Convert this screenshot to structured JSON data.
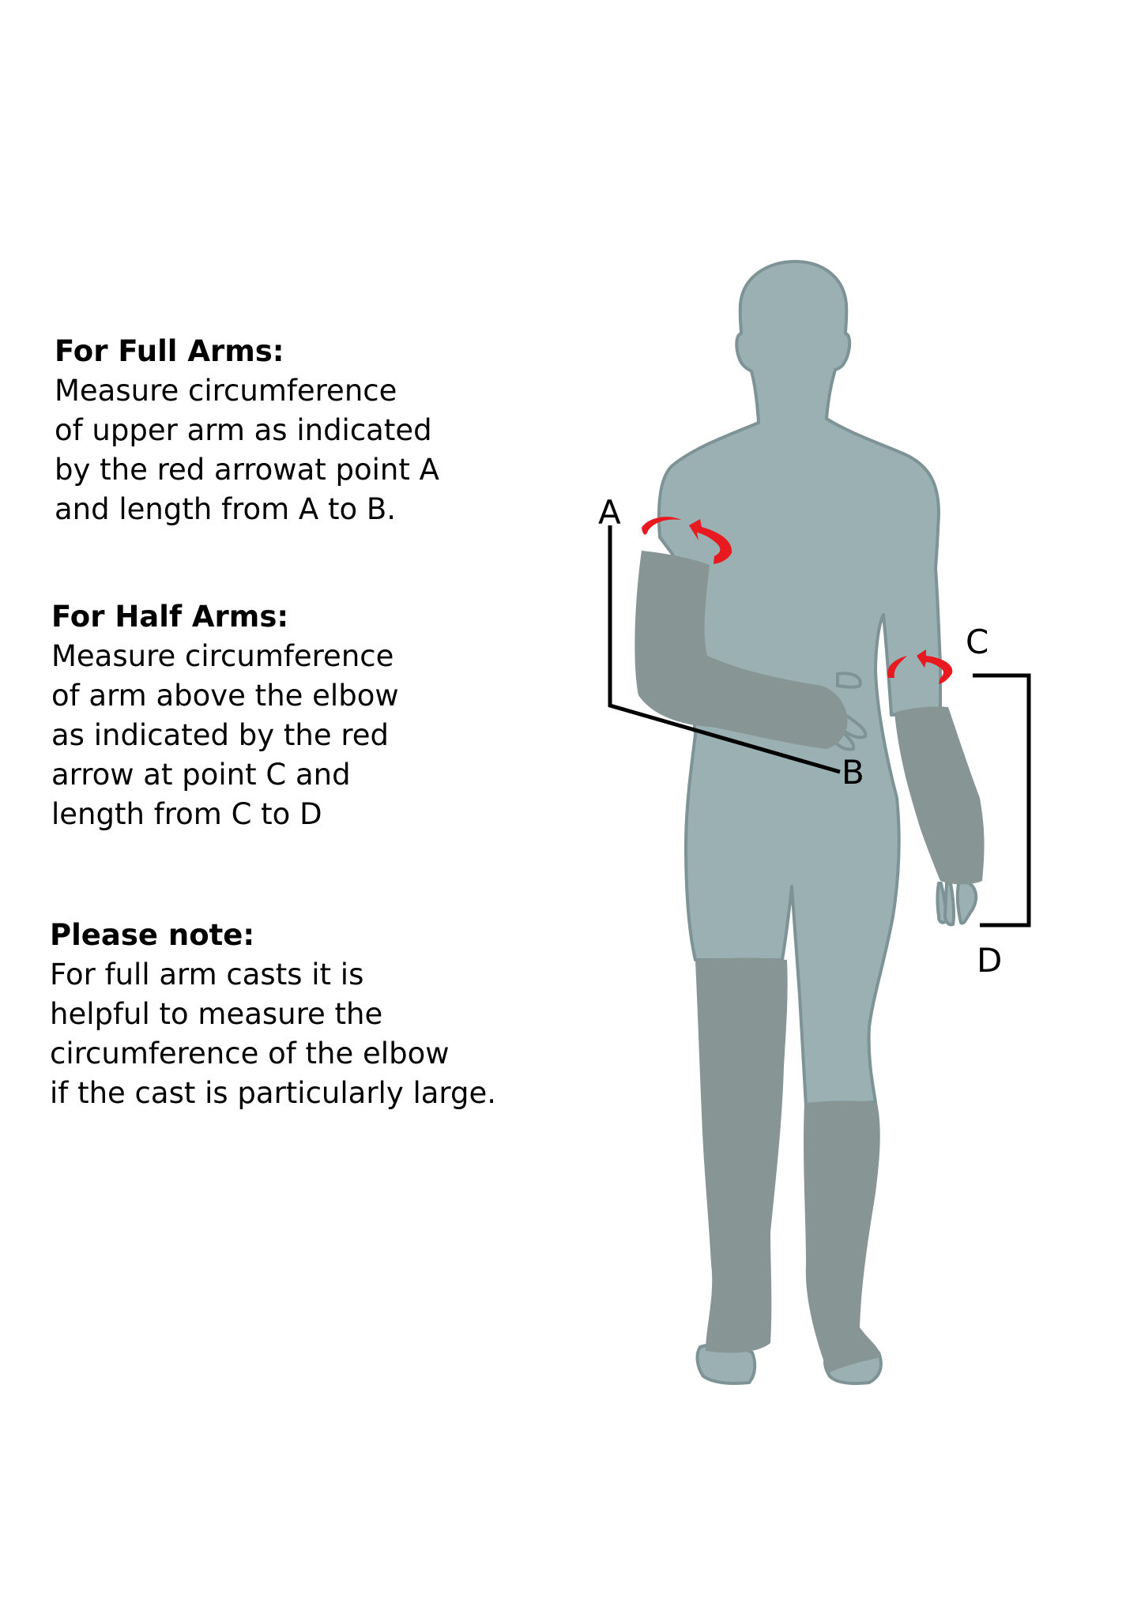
{
  "sections": {
    "full_arms": {
      "heading": "For Full Arms:",
      "lines": [
        "Measure circumference",
        "of upper arm as indicated",
        "by the red arrowat point A",
        "and length from A to B."
      ]
    },
    "half_arms": {
      "heading": "For Half Arms:",
      "lines": [
        "Measure circumference",
        "of arm above the elbow",
        "as indicated by the red",
        "arrow at point C and",
        "length from C to D"
      ]
    },
    "note": {
      "heading": "Please note:",
      "lines": [
        "For full arm casts it is",
        "helpful to measure the",
        "circumference of the elbow",
        "if the cast is particularly large."
      ]
    }
  },
  "figure": {
    "labels": {
      "a": "A",
      "b": "B",
      "c": "C",
      "d": "D"
    },
    "colors": {
      "skin": "#9bb0b3",
      "outline": "#7e9396",
      "cast": "#879594",
      "arrow": "#e8191f",
      "line": "#000000"
    }
  }
}
